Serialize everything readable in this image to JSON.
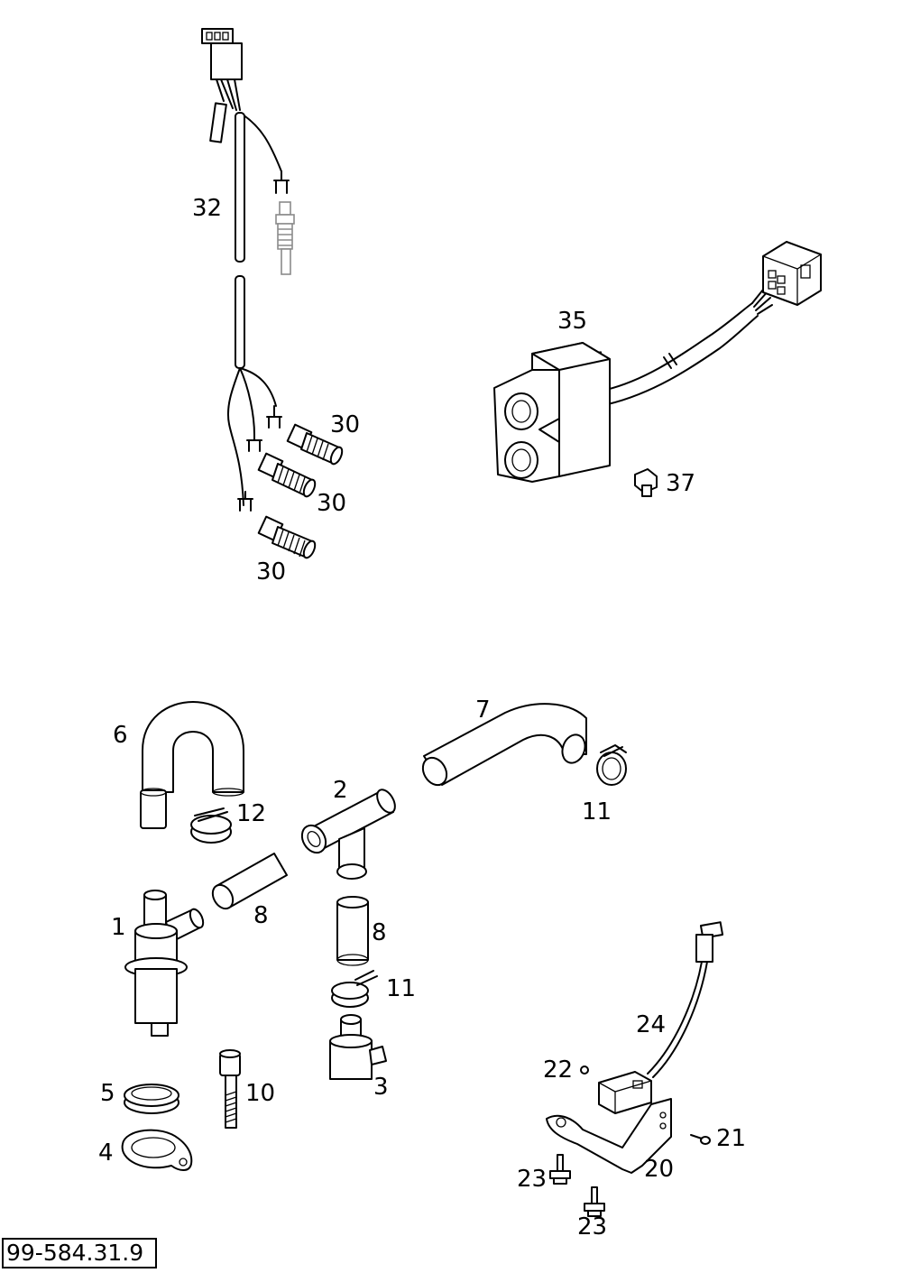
{
  "diagram": {
    "labels": {
      "p32": "32",
      "p30a": "30",
      "p30b": "30",
      "p30c": "30",
      "p35": "35",
      "p37": "37",
      "p6": "6",
      "p7": "7",
      "p12": "12",
      "p2": "2",
      "p11a": "11",
      "p8a": "8",
      "p1": "1",
      "p8b": "8",
      "p11b": "11",
      "p24": "24",
      "p22": "22",
      "p10": "10",
      "p5": "5",
      "p3": "3",
      "p21": "21",
      "p4": "4",
      "p23a": "23",
      "p20": "20",
      "p23b": "23"
    },
    "catalog_ref": "99-584.31.9"
  }
}
